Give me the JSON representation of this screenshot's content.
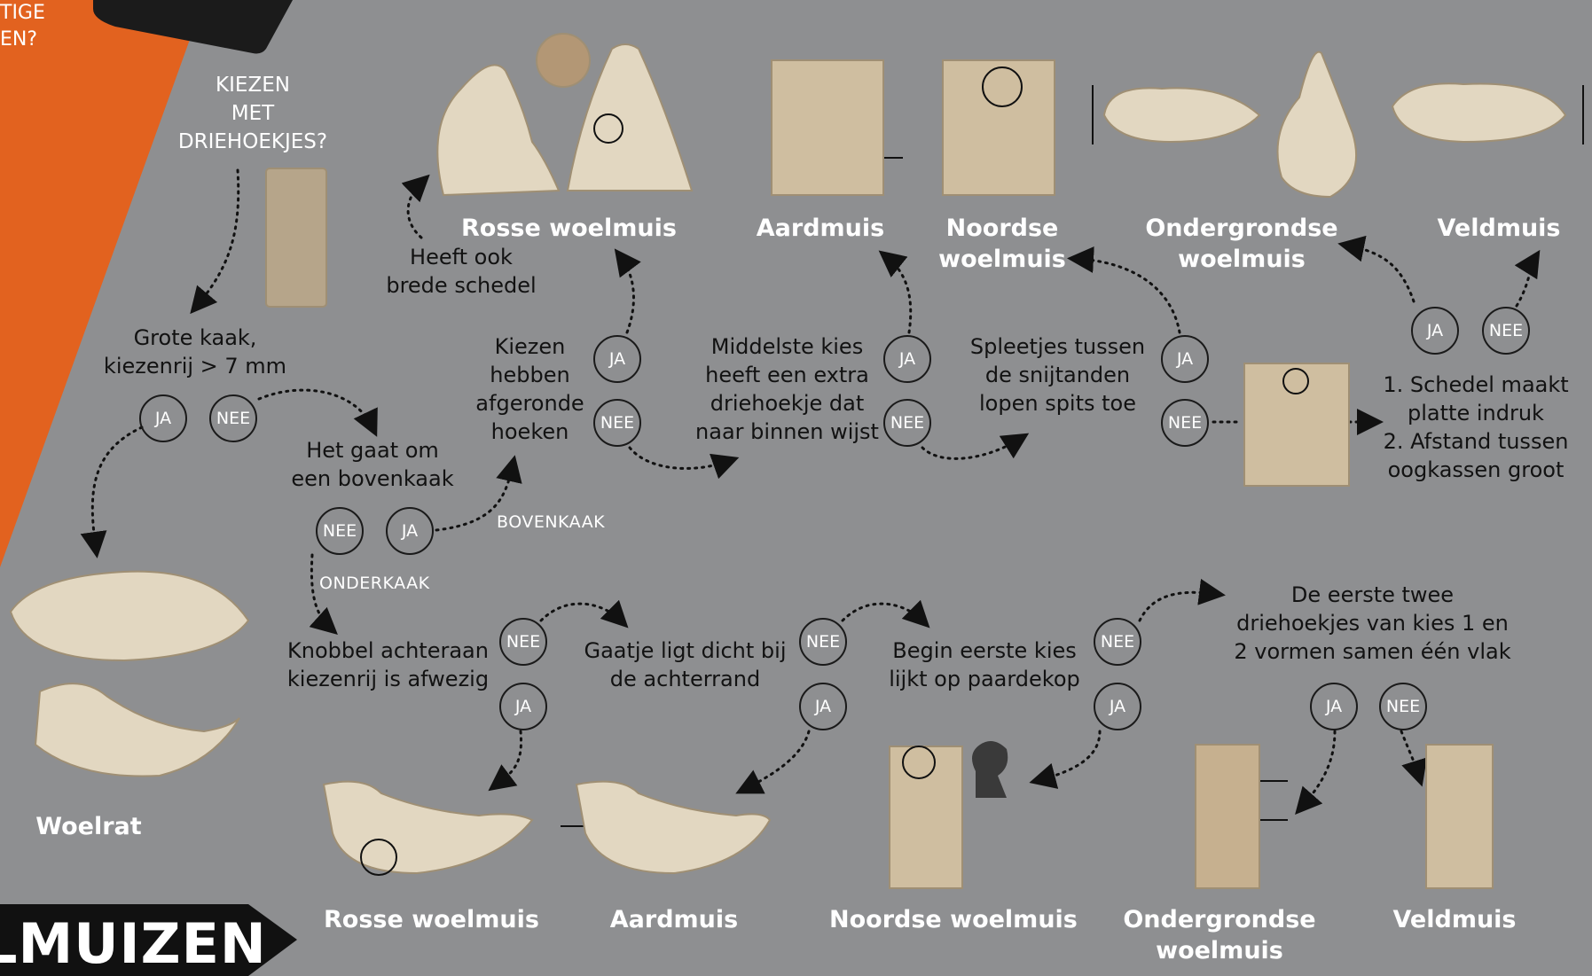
{
  "corner": {
    "line1": "TIGE",
    "line2": "EN?"
  },
  "q_kiezen_driehoekjes": {
    "lines": [
      "KIEZEN",
      "MET",
      "DRIEHOEKJES?"
    ]
  },
  "q_grote_kaak": {
    "lines": [
      "Grote kaak,",
      "kiezenrij > 7 mm"
    ]
  },
  "q_bovenkaak": {
    "lines": [
      "Het gaat om",
      "een bovenkaak"
    ]
  },
  "q_brede_schedel": {
    "lines": [
      "Heeft ook",
      "brede schedel"
    ]
  },
  "q_afgeronde": {
    "lines": [
      "Kiezen",
      "hebben",
      "afgeronde",
      "hoeken"
    ]
  },
  "q_middelste": {
    "lines": [
      "Middelste kies",
      "heeft een extra",
      "driehoekje dat",
      "naar binnen wijst"
    ]
  },
  "q_spleetjes": {
    "lines": [
      "Spleetjes tussen",
      "de snijtanden",
      "lopen spits toe"
    ]
  },
  "q_schedel_indruk": {
    "lines": [
      "1. Schedel maakt",
      "platte indruk",
      "2. Afstand tussen",
      "oogkassen groot"
    ]
  },
  "q_knobbel": {
    "lines": [
      "Knobbel achteraan",
      "kiezenrij is afwezig"
    ]
  },
  "q_gaatje": {
    "lines": [
      "Gaatje ligt dicht bij",
      "de achterrand"
    ]
  },
  "q_paardekop": {
    "lines": [
      "Begin eerste kies",
      "lijkt op paardekop"
    ]
  },
  "q_eerste_twee": {
    "lines": [
      "De eerste twee",
      "driehoekjes van kies 1 en",
      "2 vormen samen één vlak"
    ]
  },
  "labels": {
    "bovenkaak": "BOVENKAAK",
    "onderkaak": "ONDERKAAK"
  },
  "answers": {
    "ja": "JA",
    "nee": "NEE"
  },
  "species_top": {
    "rosse": "Rosse woelmuis",
    "aardmuis": "Aardmuis",
    "noordse": [
      "Noordse",
      "woelmuis"
    ],
    "ondergrondse": [
      "Ondergrondse",
      "woelmuis"
    ],
    "veldmuis": "Veldmuis"
  },
  "species_bottom": {
    "woelrat": "Woelrat",
    "rosse": "Rosse woelmuis",
    "aardmuis": "Aardmuis",
    "noordse": "Noordse woelmuis",
    "ondergrondse": [
      "Ondergrondse",
      "woelmuis"
    ],
    "veldmuis": "Veldmuis"
  },
  "banner": {
    "text": "LMUIZEN"
  },
  "colors": {
    "background": "#8e8f91",
    "accent_orange": "#e2621f",
    "black": "#1b1b1b",
    "bone": "#e2d7c1"
  }
}
